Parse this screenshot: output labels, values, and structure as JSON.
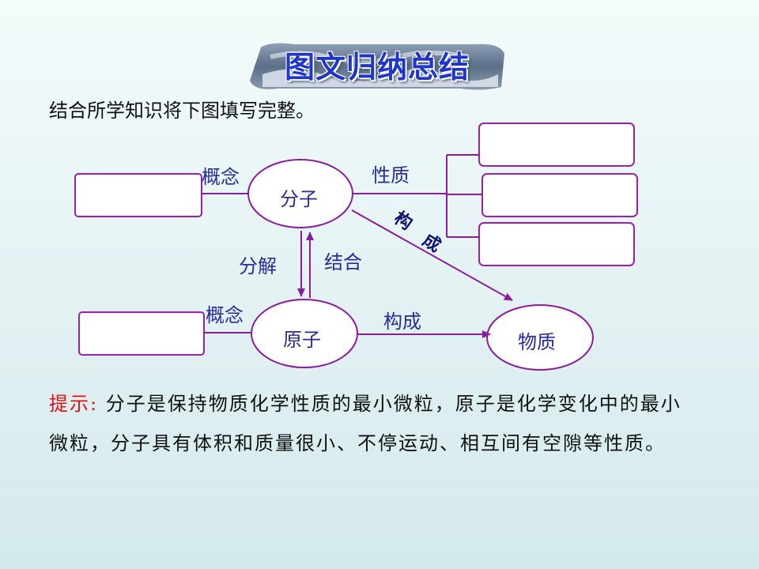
{
  "title": "图文归纳总结",
  "intro": "结合所学知识将下图填写完整。",
  "diagram": {
    "nodes": {
      "molecule": "分子",
      "atom": "原子",
      "matter": "物质"
    },
    "edges": {
      "concept_top": "概念",
      "property": "性质",
      "compose_diag_1": "构",
      "compose_diag_2": "成",
      "decompose": "分解",
      "combine": "结合",
      "concept_bottom": "概念",
      "compose": "构成"
    },
    "colors": {
      "node_border": "#8a1ca0",
      "arrow": "#8a1ca0",
      "text": "#2a2a9a"
    }
  },
  "tip": {
    "label": "提示:",
    "text": "分子是保持物质化学性质的最小微粒，原子是化学变化中的最小微粒，分子具有体积和质量很小、不停运动、相互间有空隙等性质。"
  }
}
